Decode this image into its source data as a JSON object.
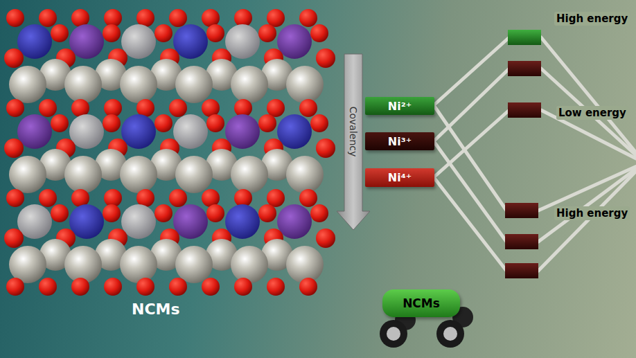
{
  "diagram": {
    "nodes": [
      {
        "text": [
          "Ni²⁺"
        ]
      },
      {
        "text": [
          "Ni³⁺"
        ]
      },
      {
        "text": [
          "Ni⁴⁺"
        ]
      },
      {
        "text": [
          "NCMs"
        ]
      }
    ],
    "labels": [
      "NCMs",
      "Covalency",
      "High energy",
      "Low energy",
      "High energy"
    ]
  }
}
